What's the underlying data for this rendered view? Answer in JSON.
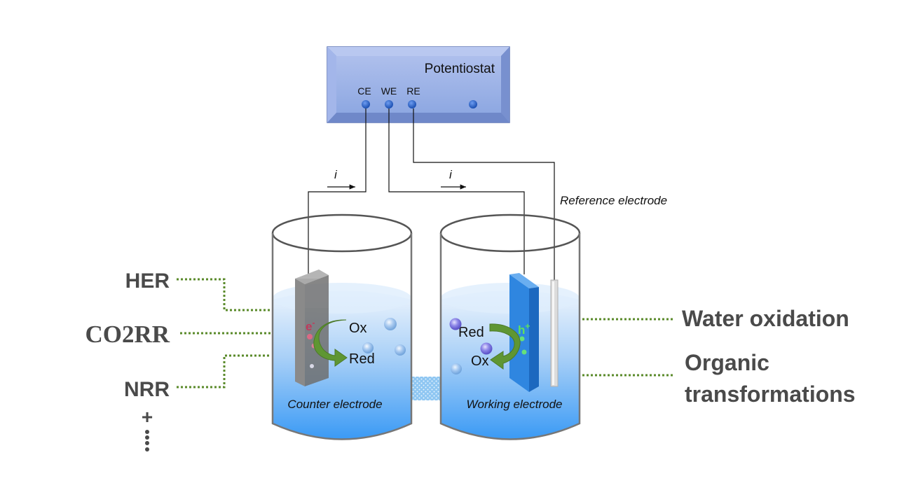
{
  "potentiostat": {
    "title": "Potentiostat",
    "terminals": [
      "CE",
      "WE",
      "RE"
    ]
  },
  "current_symbol": "i",
  "electrodes": {
    "reference": "Reference electrode",
    "counter": "Counter electrode",
    "working": "Working electrode"
  },
  "counter_cell": {
    "carrier": "e",
    "carrier_sup": "-",
    "from": "Ox",
    "to": "Red"
  },
  "working_cell": {
    "carrier": "h",
    "carrier_sup": "+",
    "from": "Red",
    "to": "Ox"
  },
  "left_reactions": [
    "HER",
    "CO2RR",
    "NRR"
  ],
  "left_more": "+",
  "right_reactions": {
    "first": "Water oxidation",
    "second_line1": "Organic",
    "second_line2": "transformations"
  },
  "colors": {
    "electrolyte_top": "#eaf3fd",
    "electrolyte_bottom": "#3d9cf5",
    "potentiostat_face": "#9fb5e8",
    "working_electrode": "#3f8fe0",
    "counter_electrode": "#808080",
    "curved_arrow": "#5f9633",
    "dotted_line": "#5a8a2a",
    "carrier_electron": "#c0395b",
    "carrier_hole": "#5ee05e"
  }
}
